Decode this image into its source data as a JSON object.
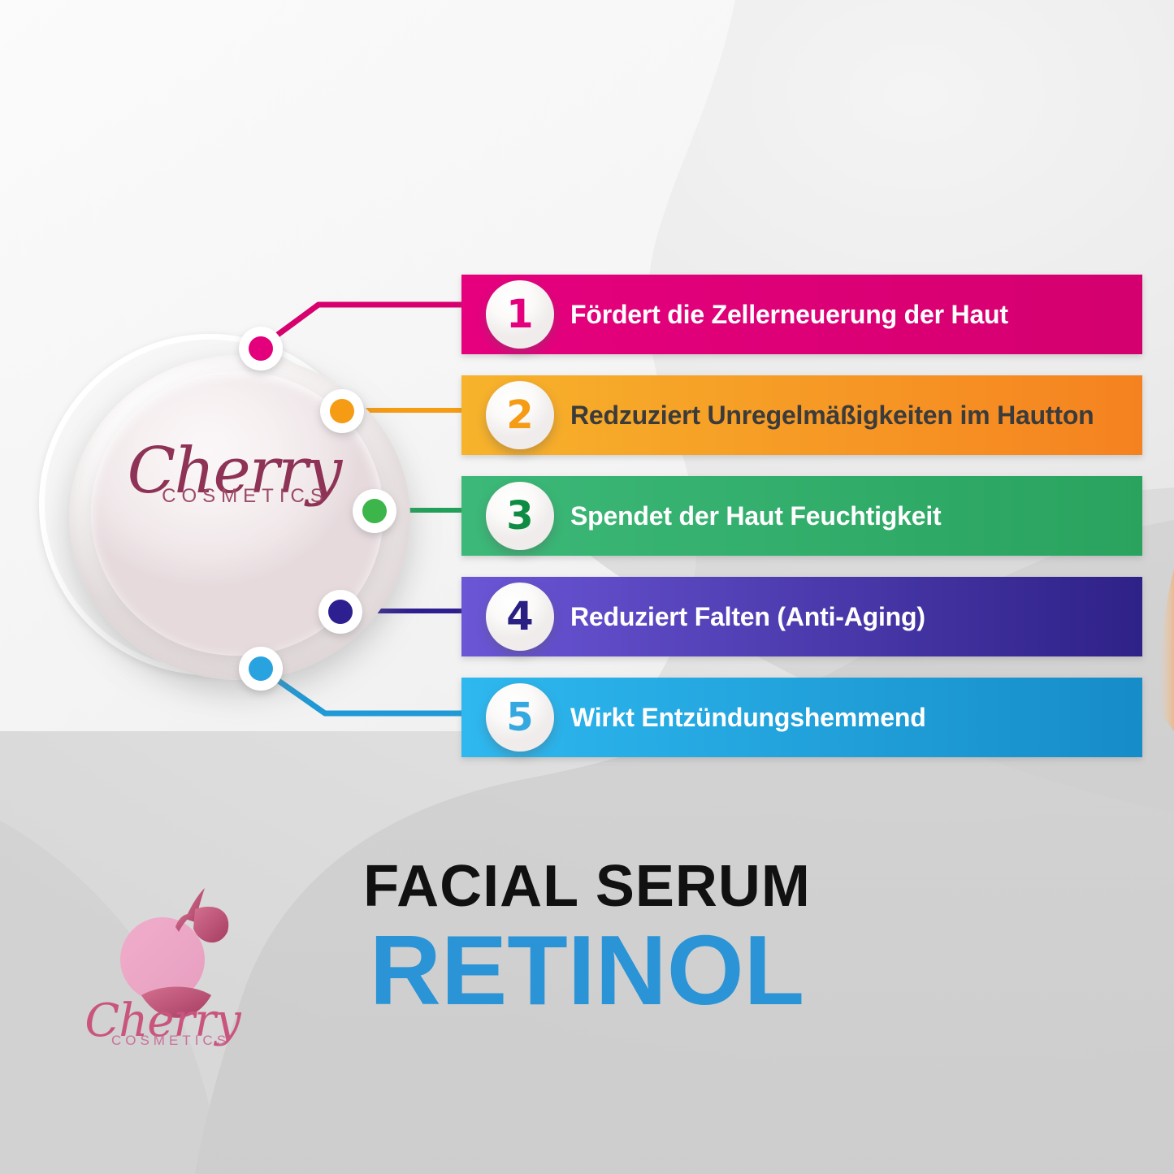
{
  "poster": {
    "background_color": "#e2e2e2"
  },
  "product": {
    "brand_script": "Cherry",
    "brand_sub": "COSMETICS",
    "alt": "white cosmetic jar with Cherry Cosmetics logo"
  },
  "benefits": [
    {
      "number": "1",
      "text": "Fördert die Zellerneuerung der Haut",
      "color_start": "#e6007e",
      "color_end": "#d4006f",
      "dot_color": "#e4007c",
      "text_color": "#ffffff",
      "number_color": "#e4007c",
      "connector": "bent-up"
    },
    {
      "number": "2",
      "text": "Redzuziert Unregelmäßigkeiten im Hautton",
      "color_start": "#f7b32b",
      "color_end": "#f58220",
      "dot_color": "#f59b14",
      "text_color": "#3b3b3b",
      "number_color": "#f59b14",
      "connector": "straight"
    },
    {
      "number": "3",
      "text": "Spendet der Haut Feuchtigkeit",
      "color_start": "#3cb878",
      "color_end": "#29a35e",
      "dot_color": "#3cb54a",
      "text_color": "#ffffff",
      "number_color": "#0e8c44",
      "connector": "straight"
    },
    {
      "number": "4",
      "text": "Reduziert Falten (Anti-Aging)",
      "color_start": "#6b56d6",
      "color_end": "#2e2187",
      "dot_color": "#2d1f8f",
      "text_color": "#ffffff",
      "number_color": "#2a1f82",
      "connector": "straight"
    },
    {
      "number": "5",
      "text": "Wirkt Entzündungshemmend",
      "color_start": "#2eb8ef",
      "color_end": "#168cc8",
      "dot_color": "#29a3e0",
      "text_color": "#ffffff",
      "number_color": "#35a8e0",
      "connector": "bent-down"
    }
  ],
  "headline": {
    "top": "FACIAL SERUM",
    "main": "RETINOL",
    "top_color": "#111111",
    "main_color": "#2b94d6"
  },
  "corner_logo": {
    "script": "Cherry",
    "sub": "COSMETICS",
    "alt": "Cherry Cosmetics cherry mark"
  }
}
